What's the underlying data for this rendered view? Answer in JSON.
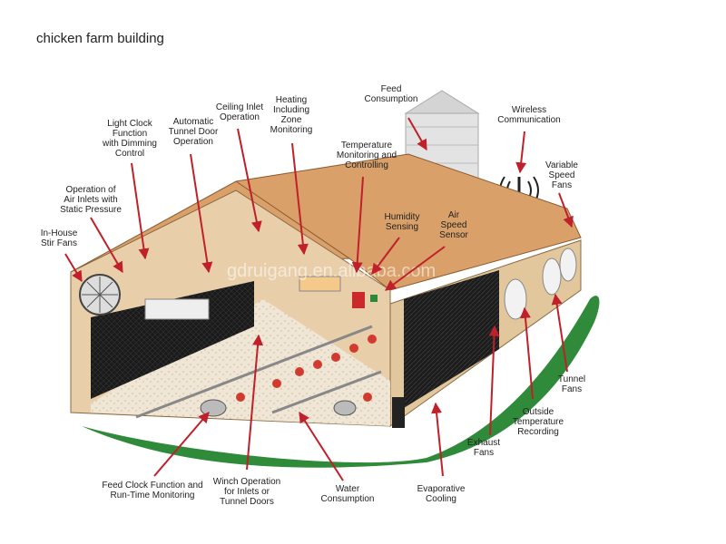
{
  "title": "chicken farm building",
  "watermark": "gdruigang.en.alibaba.com",
  "colors": {
    "roof": "#d9a06a",
    "wall": "#e8cfaa",
    "grass": "#2f8a3a",
    "pointer": "#c0202a",
    "silo": "#e3e3e3"
  },
  "labels": {
    "light_clock": [
      "Light Clock",
      "Function",
      "with Dimming",
      "Control"
    ],
    "tunnel_door": [
      "Automatic",
      "Tunnel Door",
      "Operation"
    ],
    "ceiling_inlet": [
      "Ceiling Inlet",
      "Operation"
    ],
    "heating": [
      "Heating",
      "Including",
      "Zone",
      "Monitoring"
    ],
    "feed_consumption": [
      "Feed",
      "Consumption"
    ],
    "wireless": [
      "Wireless",
      "Communication"
    ],
    "variable_fans": [
      "Variable",
      "Speed",
      "Fans"
    ],
    "air_inlets": [
      "Operation of",
      "Air Inlets with",
      "Static Pressure"
    ],
    "temp_monitoring": [
      "Temperature",
      "Monitoring and",
      "Controlling"
    ],
    "humidity": [
      "Humidity",
      "Sensing"
    ],
    "air_speed": [
      "Air",
      "Speed",
      "Sensor"
    ],
    "stir_fans": [
      "In-House",
      "Stir Fans"
    ],
    "tunnel_fans": [
      "Tunnel",
      "Fans"
    ],
    "outside_temp": [
      "Outside",
      "Temperature",
      "Recording"
    ],
    "exhaust_fans": [
      "Exhaust",
      "Fans"
    ],
    "feed_clock": [
      "Feed Clock Function and",
      "Run-Time Monitoring"
    ],
    "winch": [
      "Winch Operation",
      "for Inlets or",
      "Tunnel Doors"
    ],
    "water": [
      "Water",
      "Consumption"
    ],
    "evaporative": [
      "Evaporative",
      "Cooling"
    ]
  }
}
